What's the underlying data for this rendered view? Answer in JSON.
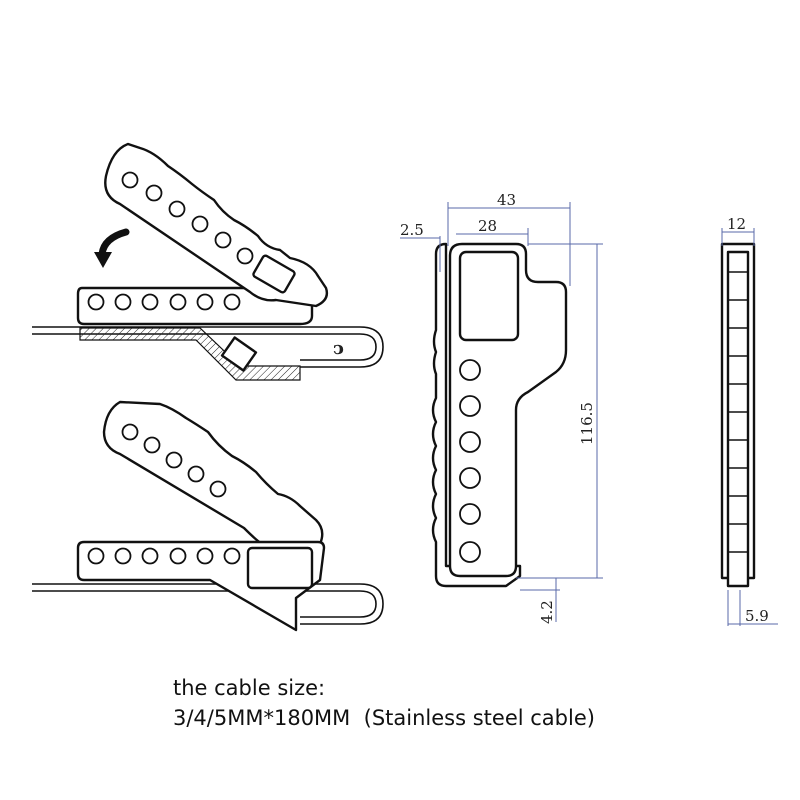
{
  "dimensions": {
    "overall_width": "43",
    "inner_width": "28",
    "offset": "2.5",
    "height": "116.5",
    "bottom_offset": "4.2",
    "side_width": "12",
    "side_bottom": "5.9"
  },
  "caption": {
    "line1": "the cable size:",
    "line2": "3/4/5MM*180MM  (Stainless steel cable)"
  },
  "colors": {
    "ink": "#111111",
    "dimension_lines": "#5a6aa8"
  }
}
